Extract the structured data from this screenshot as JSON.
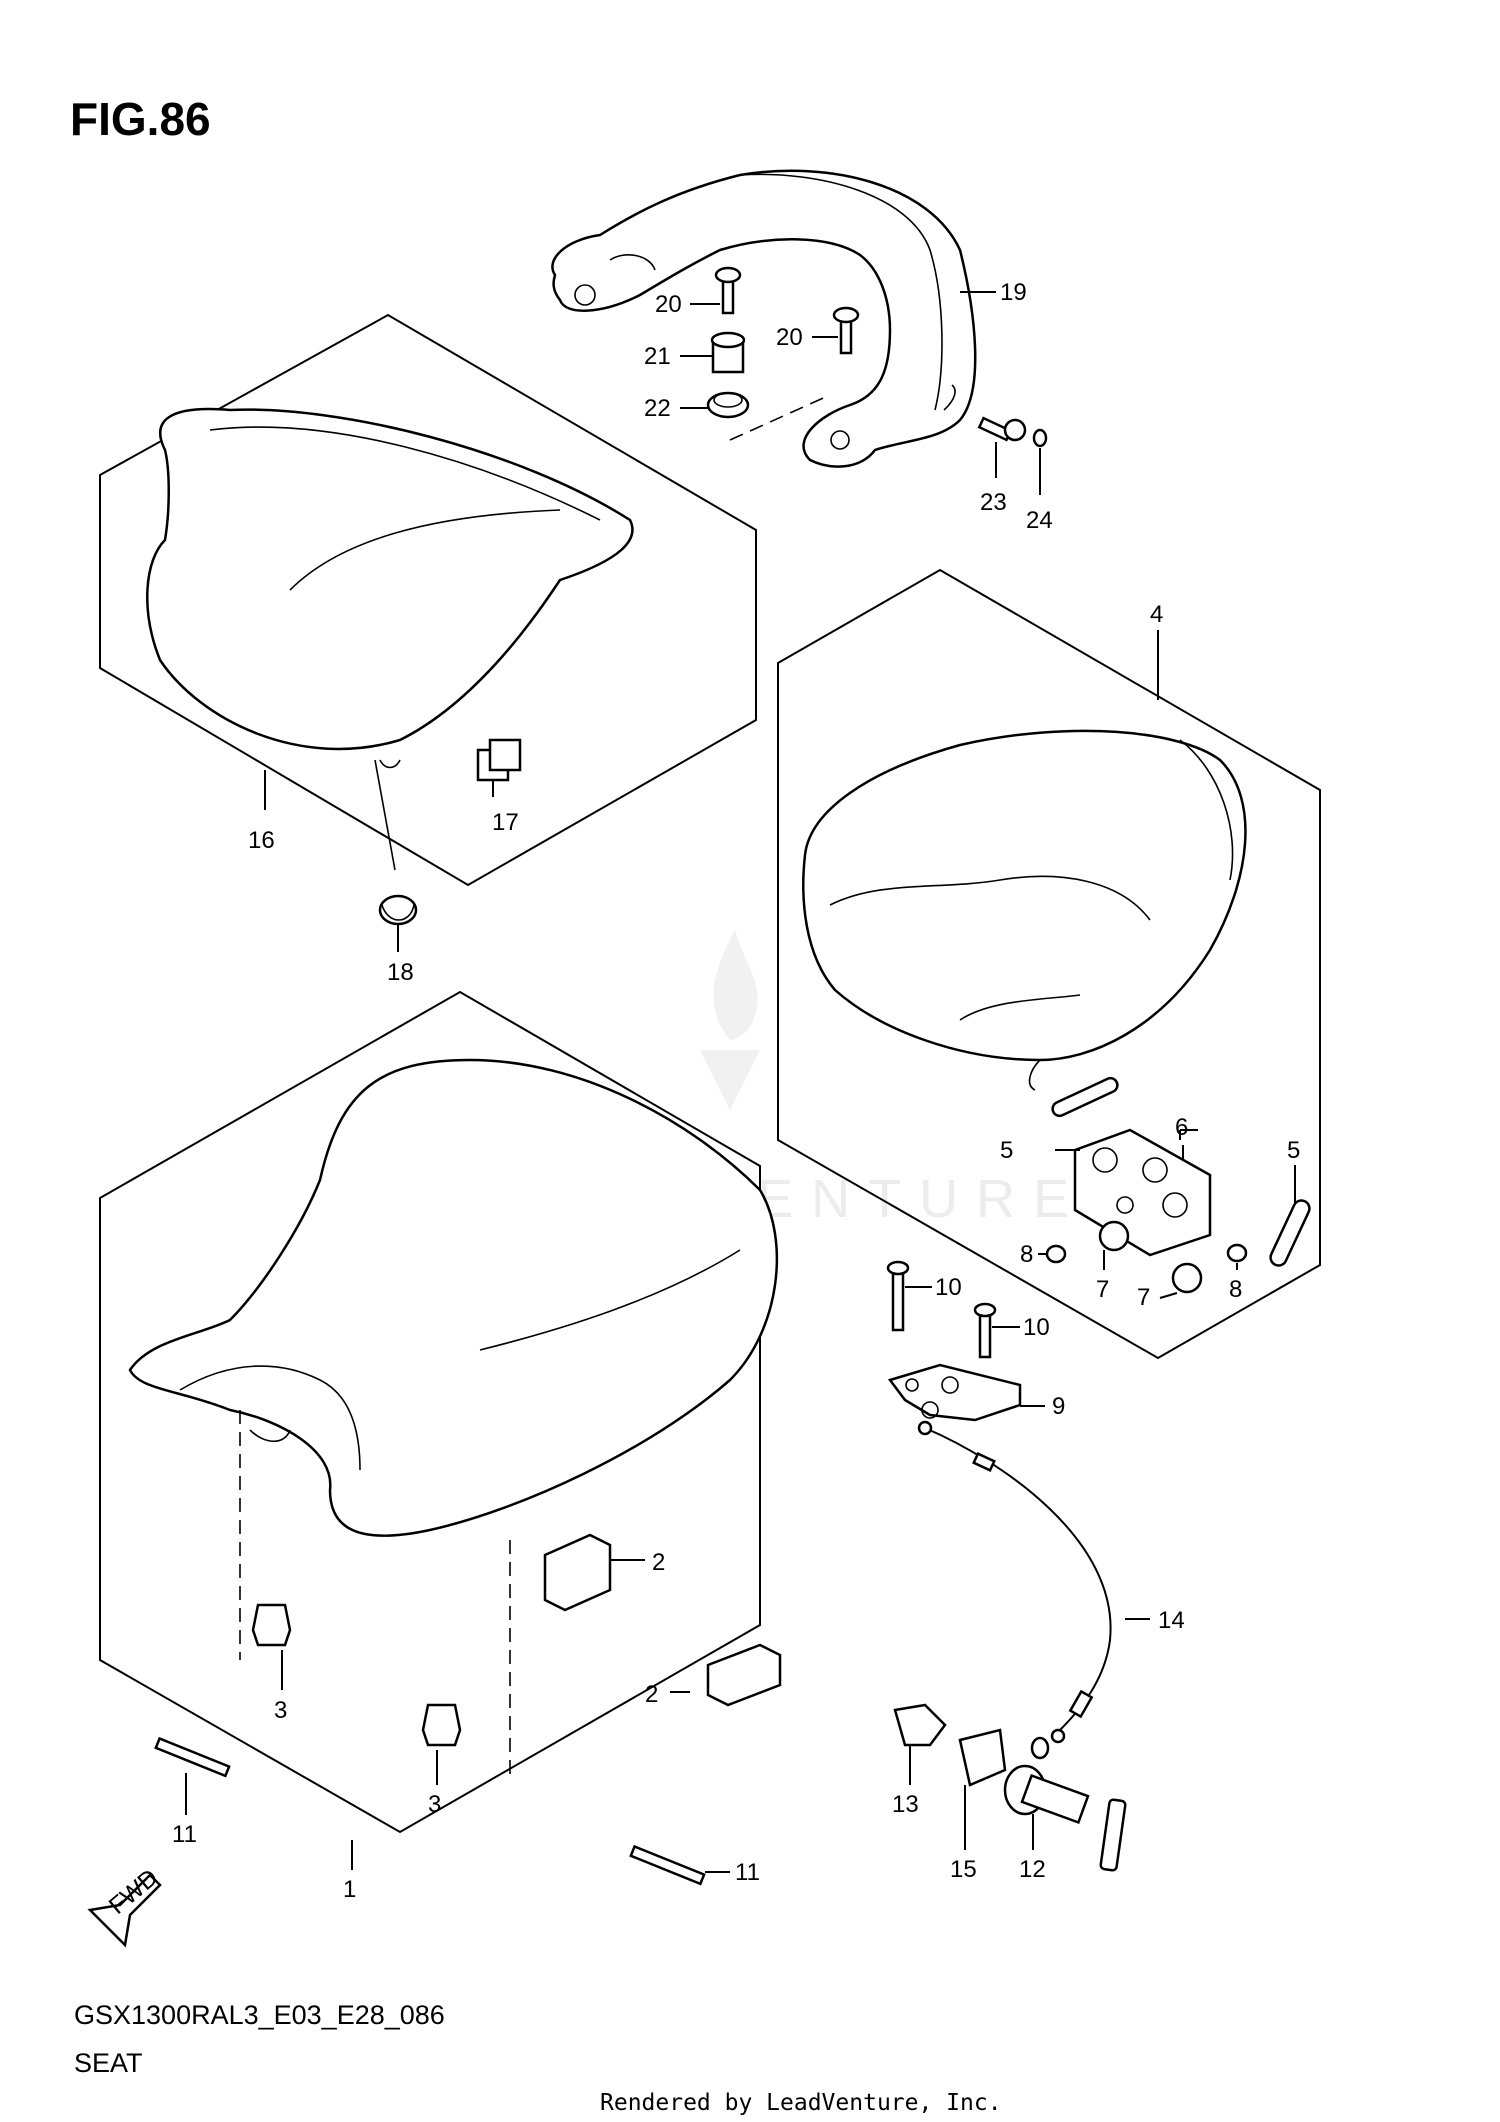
{
  "title": "FIG.86",
  "model_code": "GSX1300RAL3_E03_E28_086",
  "section_name": "SEAT",
  "footer": "Rendered by LeadVenture, Inc.",
  "watermark": "LEADVENTURE",
  "fwd_label": "FWD",
  "callouts": [
    {
      "id": "c1",
      "text": "1"
    },
    {
      "id": "c2a",
      "text": "2"
    },
    {
      "id": "c2b",
      "text": "2"
    },
    {
      "id": "c3a",
      "text": "3"
    },
    {
      "id": "c3b",
      "text": "3"
    },
    {
      "id": "c4",
      "text": "4"
    },
    {
      "id": "c5a",
      "text": "5"
    },
    {
      "id": "c5b",
      "text": "5"
    },
    {
      "id": "c6",
      "text": "6"
    },
    {
      "id": "c7a",
      "text": "7"
    },
    {
      "id": "c7b",
      "text": "7"
    },
    {
      "id": "c8a",
      "text": "8"
    },
    {
      "id": "c8b",
      "text": "8"
    },
    {
      "id": "c9",
      "text": "9"
    },
    {
      "id": "c10a",
      "text": "10"
    },
    {
      "id": "c10b",
      "text": "10"
    },
    {
      "id": "c11a",
      "text": "11"
    },
    {
      "id": "c11b",
      "text": "11"
    },
    {
      "id": "c12",
      "text": "12"
    },
    {
      "id": "c13",
      "text": "13"
    },
    {
      "id": "c14",
      "text": "14"
    },
    {
      "id": "c15",
      "text": "15"
    },
    {
      "id": "c16",
      "text": "16"
    },
    {
      "id": "c17",
      "text": "17"
    },
    {
      "id": "c18",
      "text": "18"
    },
    {
      "id": "c19",
      "text": "19"
    },
    {
      "id": "c20a",
      "text": "20"
    },
    {
      "id": "c20b",
      "text": "20"
    },
    {
      "id": "c21",
      "text": "21"
    },
    {
      "id": "c22",
      "text": "22"
    },
    {
      "id": "c23",
      "text": "23"
    },
    {
      "id": "c24",
      "text": "24"
    }
  ]
}
